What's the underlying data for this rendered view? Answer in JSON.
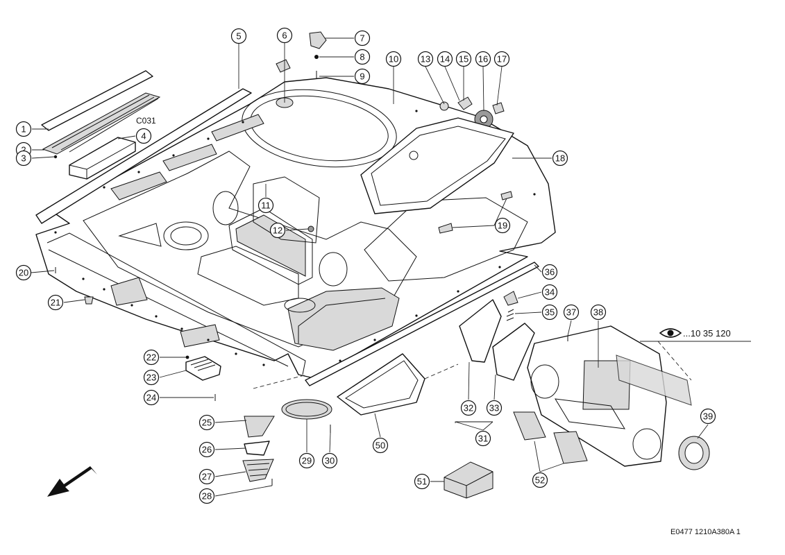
{
  "diagram": {
    "callouts": [
      "1",
      "2",
      "3",
      "4",
      "5",
      "6",
      "7",
      "8",
      "9",
      "10",
      "11",
      "12",
      "13",
      "14",
      "15",
      "16",
      "17",
      "18",
      "19",
      "20",
      "21",
      "22",
      "23",
      "24",
      "25",
      "26",
      "27",
      "28",
      "29",
      "30",
      "31",
      "32",
      "33",
      "34",
      "35",
      "36",
      "37",
      "38",
      "39",
      "50",
      "51",
      "52"
    ],
    "subassembly_code": "C031",
    "view_reference": "...10 35 120",
    "drawing_reference": "E0477 1210A380A 1"
  },
  "icons": {
    "view": "eye-icon",
    "direction": "direction-arrow-icon"
  }
}
